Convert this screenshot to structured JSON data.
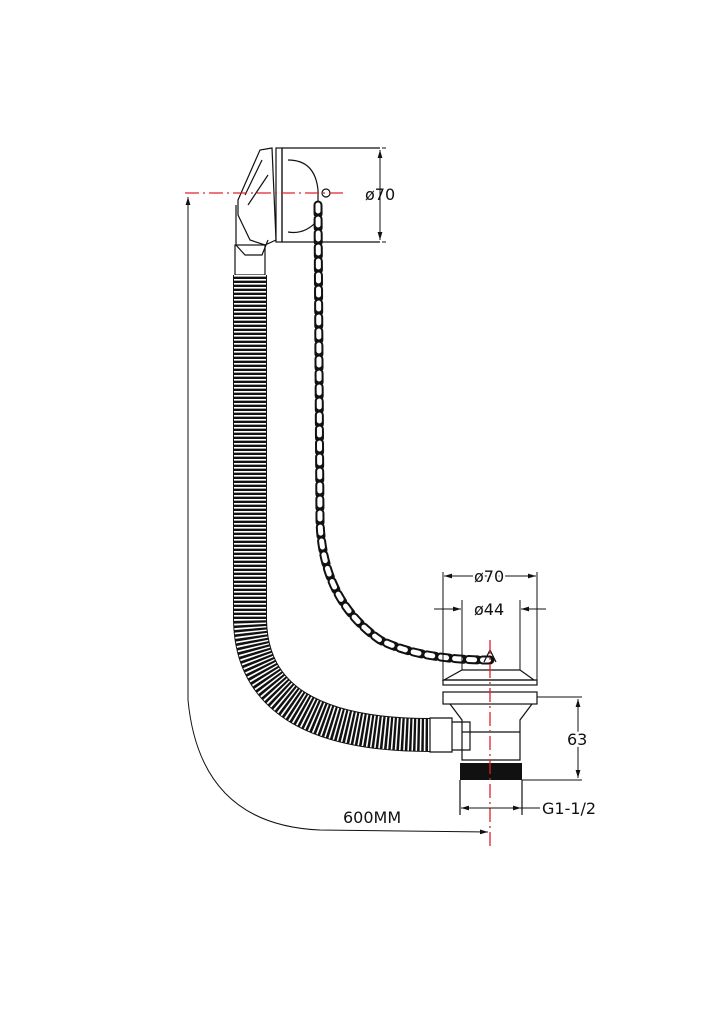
{
  "drawing": {
    "overflow_diameter": "ø70",
    "waste_outer_diameter": "ø70",
    "waste_inner_diameter": "ø44",
    "waste_height": "63",
    "thread_size": "G1-1/2",
    "hose_length": "600MM"
  },
  "colors": {
    "line": "#111111",
    "centerline": "#e0202a"
  }
}
